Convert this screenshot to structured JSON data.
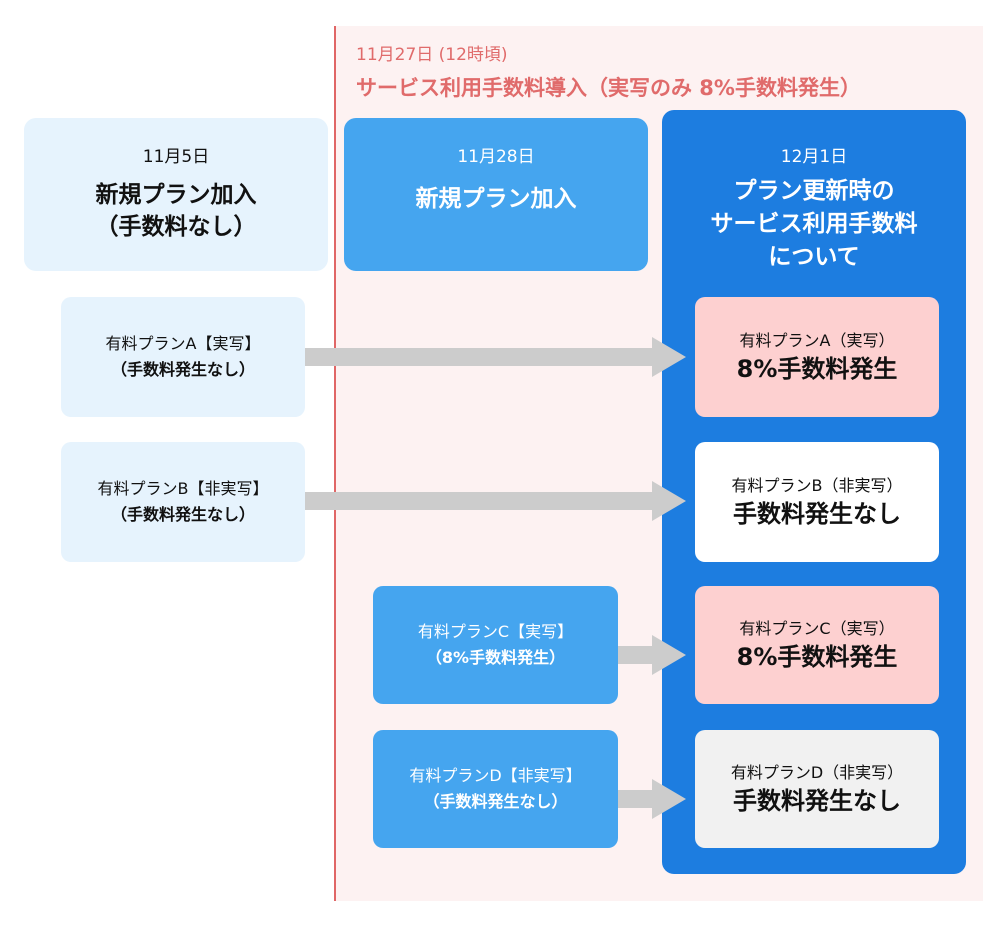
{
  "event": {
    "date": "11月27日 (12時頃)",
    "title": "サービス利用手数料導入（実写のみ 8%手数料発生）"
  },
  "columns": [
    {
      "date": "11月5日",
      "title": "新規プラン加入\n（手数料なし）"
    },
    {
      "date": "11月28日",
      "title": "新規プラン加入"
    },
    {
      "date": "12月1日",
      "title": "プラン更新時の\nサービス利用手数料\nについて"
    }
  ],
  "plans_left": [
    {
      "label": "有料プランA【実写】",
      "sub": "（手数料発生なし）"
    },
    {
      "label": "有料プランB【非実写】",
      "sub": "（手数料発生なし）"
    }
  ],
  "plans_mid": [
    {
      "label": "有料プランC【実写】",
      "sub": "（8%手数料発生）"
    },
    {
      "label": "有料プランD【非実写】",
      "sub": "（手数料発生なし）"
    }
  ],
  "results": [
    {
      "label": "有料プランA（実写）",
      "value": "8%手数料発生",
      "bg": "#fdd0d0"
    },
    {
      "label": "有料プランB（非実写）",
      "value": "手数料発生なし",
      "bg": "#ffffff"
    },
    {
      "label": "有料プランC（実写）",
      "value": "8%手数料発生",
      "bg": "#fdd0d0"
    },
    {
      "label": "有料プランD（非実写）",
      "value": "手数料発生なし",
      "bg": "#f1f1f1"
    }
  ],
  "colors": {
    "event_text": "#e06b6b",
    "light_blue": "#e6f3fd",
    "mid_blue": "#45a5ef",
    "dark_blue": "#1d7de0",
    "arrow": "#cccccc"
  }
}
